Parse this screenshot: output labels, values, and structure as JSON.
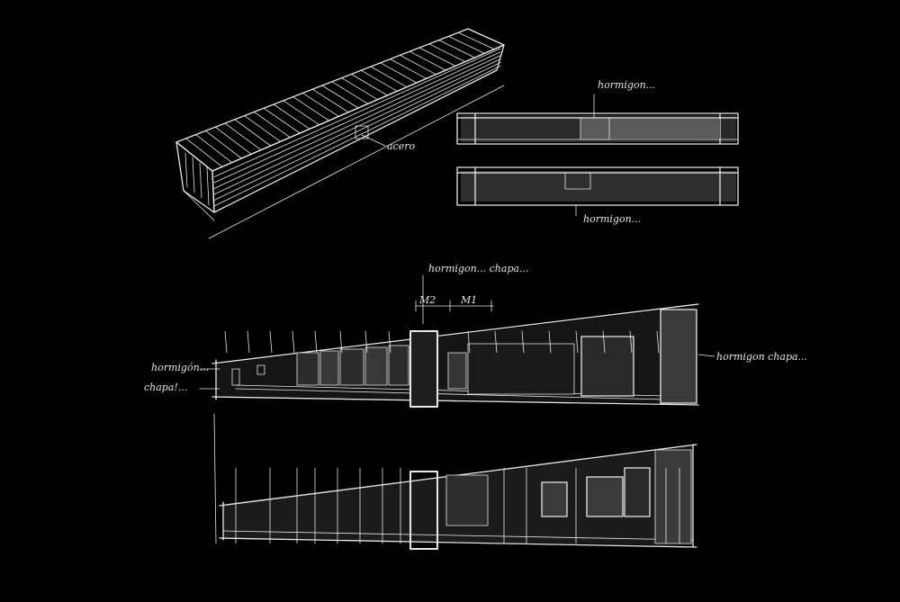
{
  "colors": {
    "background": "#000000",
    "ink": "#e9e9e9",
    "shade": "#2a2a2a"
  },
  "annotations": {
    "perspective_note": "acero",
    "section_top_note": "hormigon...",
    "section_bottom_note": "hormigon...",
    "plan_top_note": "hormigon... chapa...",
    "module_m2": "M2",
    "module_m1": "M1",
    "plan_left_note_1": "hormigón...",
    "plan_left_note_2": "chapa!...",
    "plan_right_note": "hormigon chapa..."
  }
}
